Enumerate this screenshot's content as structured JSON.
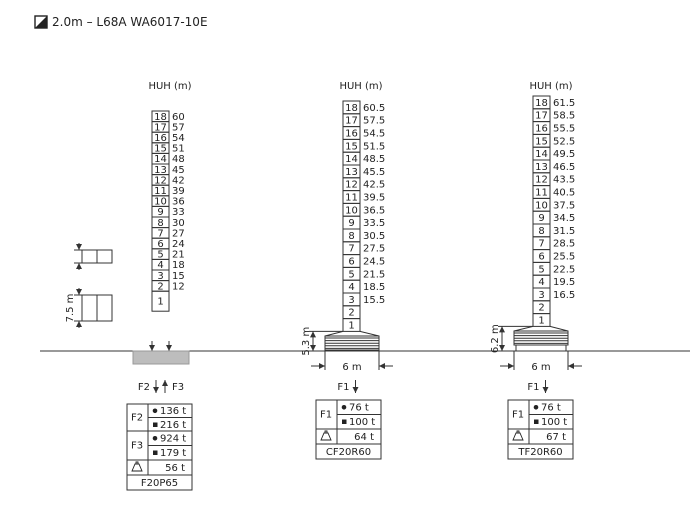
{
  "header": {
    "icon": "diagonal-square-icon",
    "title": "2.0m – L68A  WA6017-10E"
  },
  "huh_label": "HUH (m)",
  "left_dims": {
    "height": "7.5 m"
  },
  "configs": [
    {
      "name": "F20P65",
      "dim_height": "",
      "dim_width": "",
      "forces": "F2 / F3",
      "force_labels": [
        "F2",
        "F3"
      ],
      "sections": [
        "18",
        "17",
        "16",
        "15",
        "14",
        "13",
        "12",
        "11",
        "10",
        "9",
        "8",
        "7",
        "6",
        "5",
        "4",
        "3",
        "2",
        "1"
      ],
      "heights": [
        "60",
        "57",
        "54",
        "51",
        "48",
        "45",
        "42",
        "39",
        "36",
        "33",
        "30",
        "27",
        "24",
        "21",
        "18",
        "15",
        "12",
        ""
      ],
      "table": [
        {
          "force": "F2",
          "dot": "136 t",
          "square": "216 t"
        },
        {
          "force": "F3",
          "dot": "924 t",
          "square": "179 t"
        }
      ],
      "weight": "56 t"
    },
    {
      "name": "CF20R60",
      "dim_height": "5.3 m",
      "dim_width": "6 m",
      "force_labels": [
        "F1"
      ],
      "sections": [
        "18",
        "17",
        "16",
        "15",
        "14",
        "13",
        "12",
        "11",
        "10",
        "9",
        "8",
        "7",
        "6",
        "5",
        "4",
        "3",
        "2",
        "1"
      ],
      "heights": [
        "60.5",
        "57.5",
        "54.5",
        "51.5",
        "48.5",
        "45.5",
        "42.5",
        "39.5",
        "36.5",
        "33.5",
        "30.5",
        "27.5",
        "24.5",
        "21.5",
        "18.5",
        "15.5",
        "",
        ""
      ],
      "table": [
        {
          "force": "F1",
          "dot": "76 t",
          "square": "100 t"
        }
      ],
      "weight": "64 t"
    },
    {
      "name": "TF20R60",
      "dim_height": "6.2 m",
      "dim_width": "6 m",
      "force_labels": [
        "F1"
      ],
      "sections": [
        "18",
        "17",
        "16",
        "15",
        "14",
        "13",
        "12",
        "11",
        "10",
        "9",
        "8",
        "7",
        "6",
        "5",
        "4",
        "3",
        "2",
        "1"
      ],
      "heights": [
        "61.5",
        "58.5",
        "55.5",
        "52.5",
        "49.5",
        "46.5",
        "43.5",
        "40.5",
        "37.5",
        "34.5",
        "31.5",
        "28.5",
        "25.5",
        "22.5",
        "19.5",
        "16.5",
        "",
        ""
      ],
      "table": [
        {
          "force": "F1",
          "dot": "76 t",
          "square": "100 t"
        }
      ],
      "weight": "67 t"
    }
  ],
  "colors": {
    "line": "#333333",
    "foundation": "#bdbdbd",
    "ground": "#555555"
  }
}
